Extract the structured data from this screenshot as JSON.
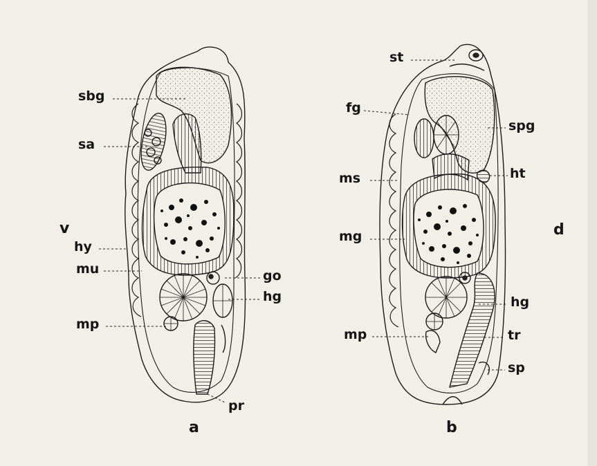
{
  "labels": {
    "a": {
      "sbg": "sbg",
      "sa": "sa",
      "hy": "hy",
      "mu": "mu",
      "mp": "mp",
      "go": "go",
      "hg": "hg",
      "pr": "pr",
      "caption": "a"
    },
    "b": {
      "st": "st",
      "fg": "fg",
      "spg": "spg",
      "ms": "ms",
      "ht": "ht",
      "mg": "mg",
      "hg": "hg",
      "mp": "mp",
      "tr": "tr",
      "sp": "sp",
      "caption": "b"
    },
    "side_left": "v",
    "side_right": "d"
  }
}
